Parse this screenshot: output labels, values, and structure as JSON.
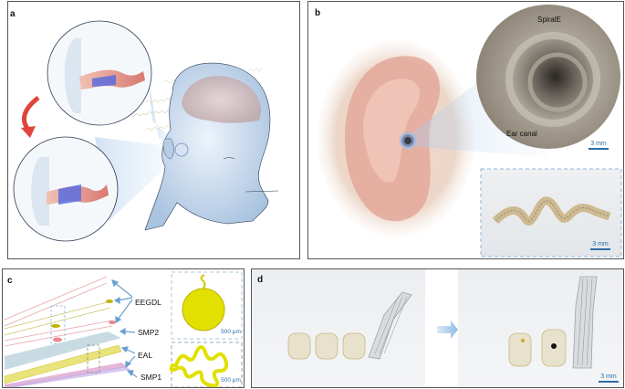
{
  "figure": {
    "panels": [
      {
        "id": "a",
        "label": "a",
        "description": "Illustration of head with in-ear spiral electrode and EEG waveforms; two magnified ear canal insets with red curved arrow"
      },
      {
        "id": "b",
        "label": "b",
        "description": "Photo of ear with SpiralE inserted in ear canal, magnified inset and photo of spiral device"
      },
      {
        "id": "c",
        "label": "c",
        "description": "Exploded layer diagram of SpiralE with micrograph insets"
      },
      {
        "id": "d",
        "label": "d",
        "description": "Photographs of spiral device before and after expansion"
      }
    ],
    "panel_b": {
      "zoom_labels": {
        "top": "SpiralE",
        "bottom": "Ear canal"
      },
      "scale_zoom": "3 mm",
      "scale_inset": "3 mm"
    },
    "panel_c": {
      "layers": [
        "EEGDL",
        "SMP2",
        "EAL",
        "SMP1"
      ],
      "scale_top": "500 μm",
      "scale_bottom": "500 μm"
    },
    "panel_d": {
      "scale": "3 mm"
    }
  },
  "colors": {
    "panel_border": "#555555",
    "scale_blue": "#2b6ea8",
    "arrow_blue": "#6a9fd0",
    "red_arrow": "#e0443a",
    "yellow": "#e2e000",
    "pink": "#e7a3a8",
    "dash_blue": "#8fb6d9",
    "dash_gray": "#888888"
  }
}
